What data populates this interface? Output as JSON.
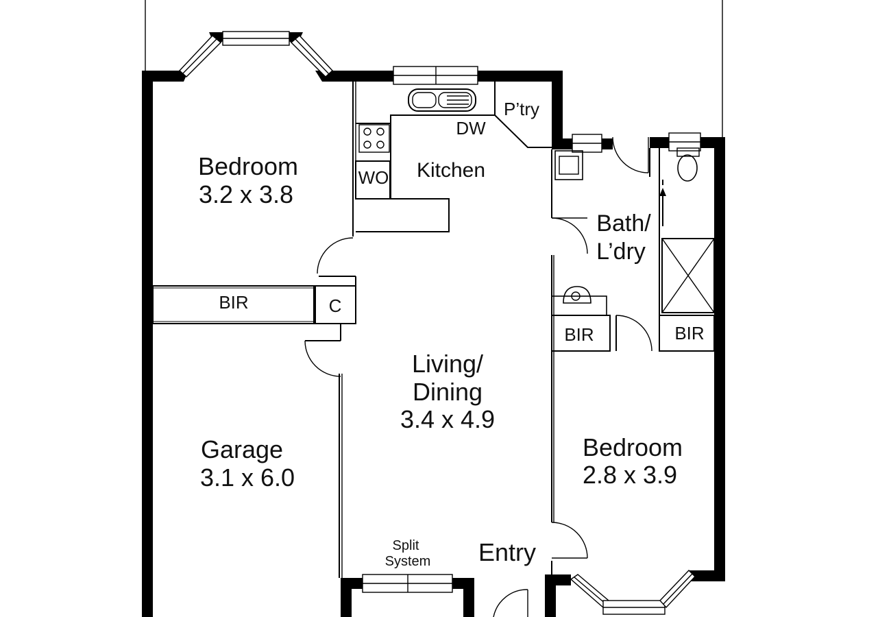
{
  "rooms": {
    "bedroom1": {
      "name": "Bedroom",
      "size": "3.2 x 3.8"
    },
    "bedroom2": {
      "name": "Bedroom",
      "size": "2.8 x 3.9"
    },
    "garage": {
      "name": "Garage",
      "size": "3.1 x 6.0"
    },
    "living": {
      "line1": "Living/",
      "line2": "Dining",
      "size": "3.4 x 4.9"
    },
    "kitchen": {
      "name": "Kitchen"
    },
    "bath": {
      "line1": "Bath/",
      "line2": "L’dry"
    },
    "entry": {
      "name": "Entry"
    }
  },
  "fixtures": {
    "pantry": "P’try",
    "dishwasher": "DW",
    "wall_oven": "WO",
    "bir_left": "BIR",
    "bir_bath": "BIR",
    "bir_right": "BIR",
    "cupboard": "C",
    "split_line1": "Split",
    "split_line2": "System"
  }
}
